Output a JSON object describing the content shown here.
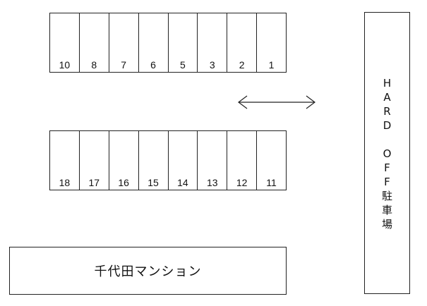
{
  "parking_rows": {
    "top": [
      "10",
      "8",
      "7",
      "6",
      "5",
      "3",
      "2",
      "1"
    ],
    "bottom": [
      "18",
      "17",
      "16",
      "15",
      "14",
      "13",
      "12",
      "11"
    ]
  },
  "side_lot": {
    "label": "H\nA\nR\nD\n\nO\nF\nF\n駐\n車\n場"
  },
  "building": {
    "label": "千代田マンション"
  },
  "icons": {
    "arrow": "double-headed-arrow-icon"
  }
}
